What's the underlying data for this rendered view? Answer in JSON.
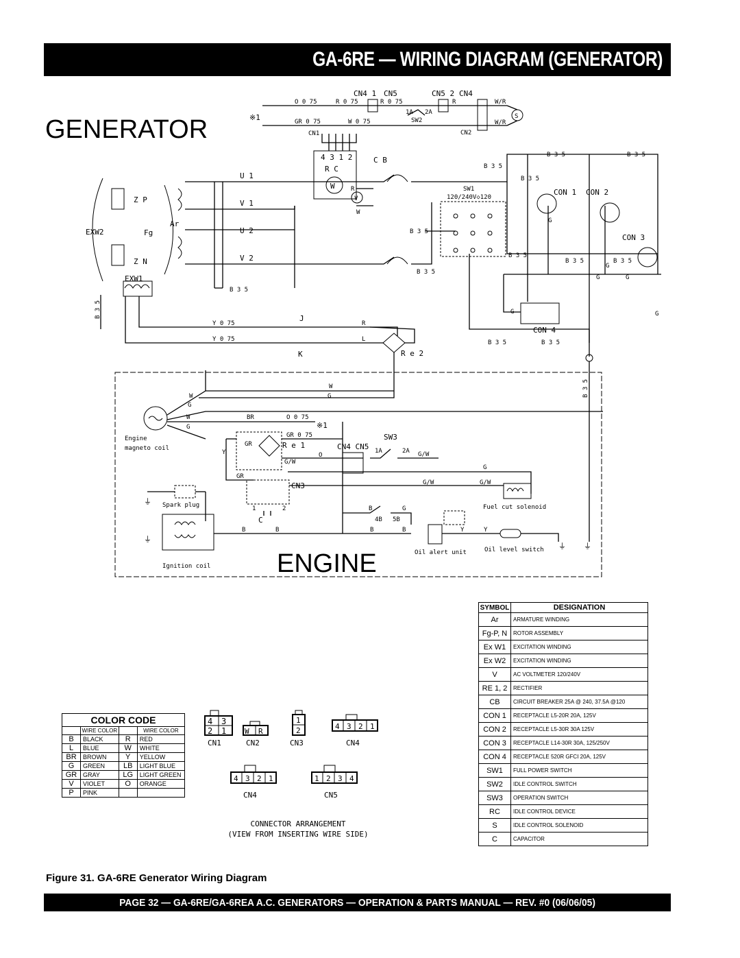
{
  "header": {
    "title": "GA-6RE — WIRING DIAGRAM (GENERATOR)"
  },
  "sections": {
    "generator": "GENERATOR",
    "engine": "ENGINE"
  },
  "labels": {
    "cn4_1": "CN4 1",
    "cn5_1": "CN5",
    "cn5_2": "CN5 2",
    "cn4_2": "CN4",
    "o075": "O 0 75",
    "r075": "R 0 75",
    "r075b": "R 0 75",
    "gr075": "GR 0 75",
    "w075": "W 0 75",
    "cn1": "CN1",
    "cn2": "CN2",
    "sw2": "SW2",
    "ref1": "※1",
    "pins": "4 3 1 2",
    "rc": "R C",
    "cb": "C B",
    "u1": "U 1",
    "v1": "V 1",
    "u2": "U 2",
    "v2": "V 2",
    "exw2": "EXW2",
    "exw1": "EXW1",
    "fg": "Fg",
    "ar": "Ar",
    "zp": "Z P",
    "zn": "Z N",
    "b35": "B 3 5",
    "sw1": "SW1",
    "sw1_range": "120/240V◇120",
    "con1": "CON 1",
    "con2": "CON 2",
    "con3": "CON 3",
    "con4": "CON 4",
    "y075": "Y 0 75",
    "j": "J",
    "k": "K",
    "re2": "R e 2",
    "r": "R",
    "l": "L",
    "w": "W",
    "g": "G",
    "br": "BR",
    "gr": "GR",
    "o": "O",
    "gw": "G/W",
    "y": "Y",
    "b": "B",
    "engine_magneto": "Engine",
    "magneto_coil": "magneto coil",
    "re1": "R e 1",
    "cn4cn5": "CN4 CN5",
    "sw3": "SW3",
    "cn3": "CN3",
    "spark_plug": "Spark plug",
    "c": "C",
    "ignition_coil": "Ignition coil",
    "fuel_cut": "Fuel cut solenoid",
    "oil_alert": "Oil alert unit",
    "oil_level": "Oil level switch",
    "fourb": "4B",
    "fiveb": "5B",
    "onea": "1A",
    "twoa": "2A"
  },
  "color_code": {
    "title": "COLOR CODE",
    "head_left": "WIRE COLOR",
    "head_right": "WIRE COLOR",
    "rows": [
      {
        "c1": "B",
        "n1": "BLACK",
        "c2": "R",
        "n2": "RED"
      },
      {
        "c1": "L",
        "n1": "BLUE",
        "c2": "W",
        "n2": "WHITE"
      },
      {
        "c1": "BR",
        "n1": "BROWN",
        "c2": "Y",
        "n2": "YELLOW"
      },
      {
        "c1": "G",
        "n1": "GREEN",
        "c2": "LB",
        "n2": "LIGHT BLUE"
      },
      {
        "c1": "GR",
        "n1": "GRAY",
        "c2": "LG",
        "n2": "LIGHT GREEN"
      },
      {
        "c1": "V",
        "n1": "VIOLET",
        "c2": "O",
        "n2": "ORANGE"
      },
      {
        "c1": "P",
        "n1": "PINK",
        "c2": "",
        "n2": ""
      }
    ]
  },
  "connectors": {
    "cn1": {
      "label": "CN1",
      "top": [
        "4",
        "3"
      ],
      "bottom": [
        "2",
        "1"
      ]
    },
    "cn2": {
      "label": "CN2",
      "cells": [
        "W",
        "R"
      ]
    },
    "cn3": {
      "label": "CN3",
      "top": [
        "1"
      ],
      "bottom": [
        "2"
      ]
    },
    "cn4a": {
      "label": "CN4",
      "cells": [
        "4",
        "3",
        "2",
        "1"
      ]
    },
    "cn4b": {
      "label": "CN4",
      "cells": [
        "4",
        "3",
        "2",
        "1"
      ]
    },
    "cn5": {
      "label": "CN5",
      "cells": [
        "1",
        "2",
        "3",
        "4"
      ]
    },
    "caption1": "CONNECTOR ARRANGEMENT",
    "caption2": "(VIEW FROM INSERTING WIRE SIDE)"
  },
  "symbols": {
    "head_symbol": "SYMBOL",
    "head_designation": "DESIGNATION",
    "rows": [
      {
        "s": "Ar",
        "d": "ARMATURE WINDING"
      },
      {
        "s": "Fg-P, N",
        "d": "ROTOR ASSEMBLY"
      },
      {
        "s": "Ex W1",
        "d": "EXCITATION WINDING"
      },
      {
        "s": "Ex W2",
        "d": "EXCITATION WINDING"
      },
      {
        "s": "V",
        "d": "AC VOLTMETER   120/240V"
      },
      {
        "s": "RE 1, 2",
        "d": "RECTIFIER"
      },
      {
        "s": "CB",
        "d": "CIRCUIT BREAKER  25A @ 240, 37.5A @120"
      },
      {
        "s": "CON 1",
        "d": "RECEPTACLE  L5-20R  20A, 125V"
      },
      {
        "s": "CON 2",
        "d": "RECEPTACLE  L5-30R 30A 125V"
      },
      {
        "s": "CON 3",
        "d": "RECEPTACLE  L14-30R 30A, 125/250V"
      },
      {
        "s": "CON 4",
        "d": "RECEPTACLE  520R GFCI  20A, 125V"
      },
      {
        "s": "SW1",
        "d": "FULL POWER SWITCH"
      },
      {
        "s": "SW2",
        "d": "IDLE CONTROL SWITCH"
      },
      {
        "s": "SW3",
        "d": "OPERATION SWITCH"
      },
      {
        "s": "RC",
        "d": "IDLE CONTROL DEVICE"
      },
      {
        "s": "S",
        "d": "IDLE CONTROL SOLENOID"
      },
      {
        "s": "C",
        "d": "CAPACITOR"
      }
    ]
  },
  "caption": "Figure 31.  GA-6RE Generator Wiring Diagram",
  "footer": "PAGE 32 — GA-6RE/GA-6REA A.C. GENERATORS — OPERATION & PARTS MANUAL — REV. #0  (06/06/05)"
}
